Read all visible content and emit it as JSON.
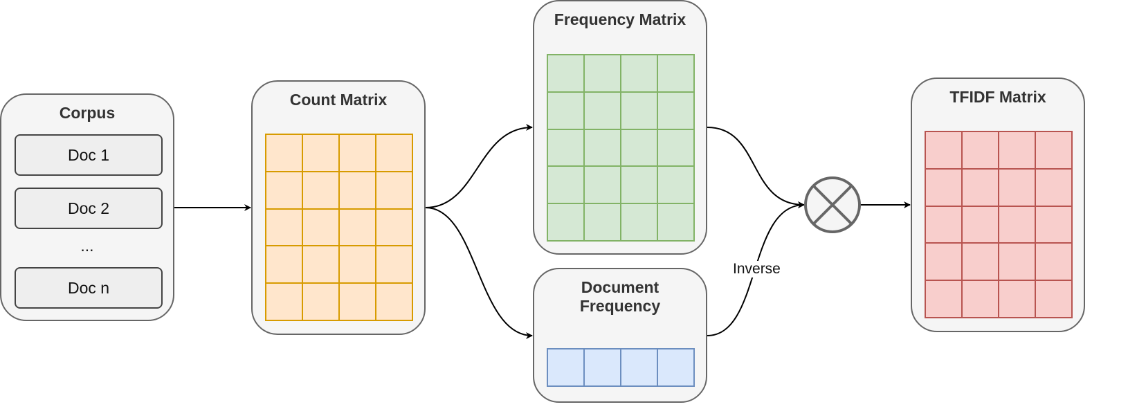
{
  "corpus": {
    "title": "Corpus",
    "docs": [
      "Doc 1",
      "Doc 2",
      "Doc n"
    ],
    "ellipsis": "..."
  },
  "count_matrix": {
    "title": "Count Matrix",
    "rows": 5,
    "cols": 4,
    "fill": "#ffe6cc",
    "stroke": "#d79b00"
  },
  "frequency_matrix": {
    "title": "Frequency Matrix",
    "rows": 5,
    "cols": 4,
    "fill": "#d5e8d4",
    "stroke": "#82b366"
  },
  "document_frequency": {
    "title_line1": "Document",
    "title_line2": "Frequency",
    "rows": 1,
    "cols": 4,
    "fill": "#dae8fc",
    "stroke": "#6c8ebf"
  },
  "tfidf_matrix": {
    "title": "TFIDF Matrix",
    "rows": 5,
    "cols": 4,
    "fill": "#f8cecc",
    "stroke": "#b85450"
  },
  "edges": {
    "inverse_label": "Inverse"
  },
  "multiply_node": {
    "icon": "multiply-icon",
    "stroke": "#666666",
    "fill": "#f5f5f5"
  }
}
